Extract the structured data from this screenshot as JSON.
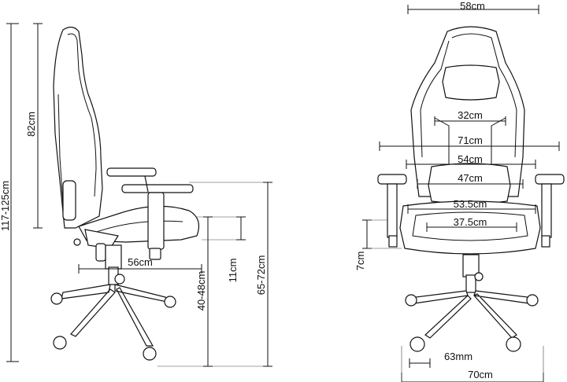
{
  "side_view": {
    "total_height": "117-125cm",
    "backrest_height": "82cm",
    "seat_depth": "56cm",
    "armrest_height_adjust": "11cm",
    "seat_height": "40-48cm",
    "armrest_height": "65-72cm"
  },
  "front_view": {
    "backrest_width": "58cm",
    "shoulder_inner_width": "32cm",
    "overall_width": "71cm",
    "backrest_mid_width": "54cm",
    "lumbar_width": "47cm",
    "seat_width": "53.5cm",
    "seat_inner_width": "37.5cm",
    "armrest_height": "7cm",
    "caster_size": "63mm",
    "base_width": "70cm"
  },
  "colors": {
    "line": "#111111",
    "background": "#ffffff"
  }
}
